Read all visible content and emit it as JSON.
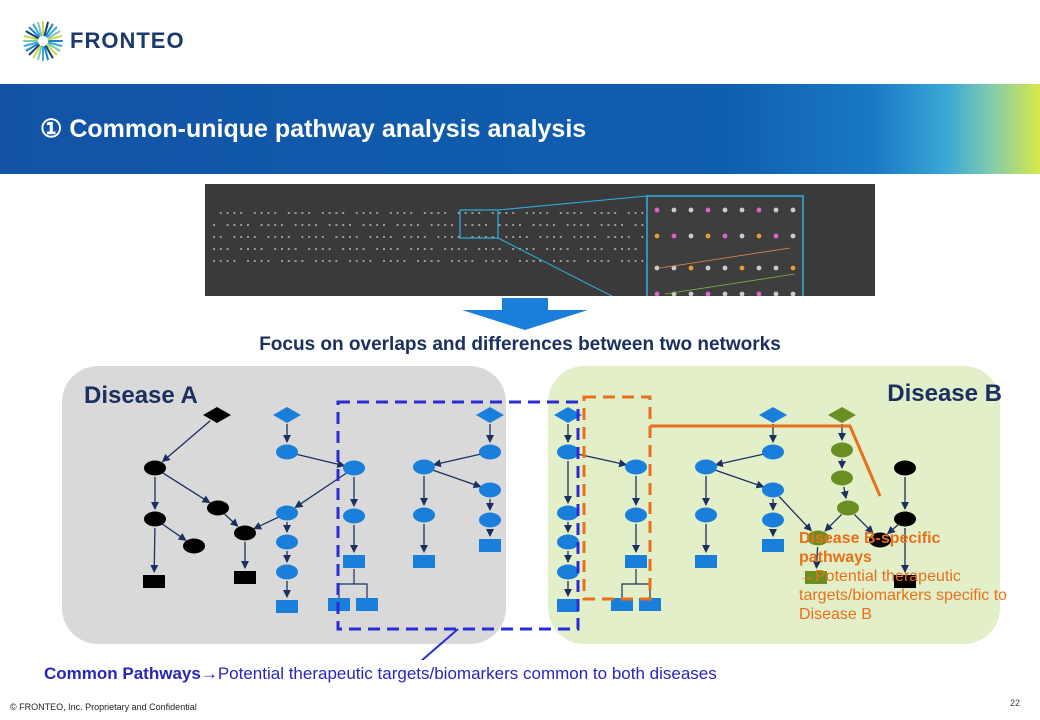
{
  "logo": {
    "text": "FRONTEO",
    "icon": "sunburst-logo-icon"
  },
  "header": {
    "title": "① Common-unique pathway analysis analysis"
  },
  "focus_text": "Focus on overlaps and differences between two networks",
  "panels": {
    "disease_a": "Disease A",
    "disease_b": "Disease B"
  },
  "common_label": {
    "title": "Common Pathways",
    "arrow": "→",
    "desc": "Potential therapeutic targets/biomarkers common to both diseases"
  },
  "disease_b_label": {
    "title": "Disease B-specific pathways",
    "arrow": "→",
    "desc": "Potential therapeutic targets/biomarkers specific to Disease B"
  },
  "footer": {
    "copyright": "© FRONTEO, Inc.  Proprietary and Confidential",
    "page": "22"
  },
  "colors": {
    "banner": "#1253a5",
    "node_blue": "#1a7fdb",
    "node_black": "#000000",
    "node_green": "#6b8e23",
    "panel_a": "#d9d9d9",
    "panel_b": "#e2efc9",
    "common_dash": "#2b2bd6",
    "specific_dash": "#e8701a"
  }
}
